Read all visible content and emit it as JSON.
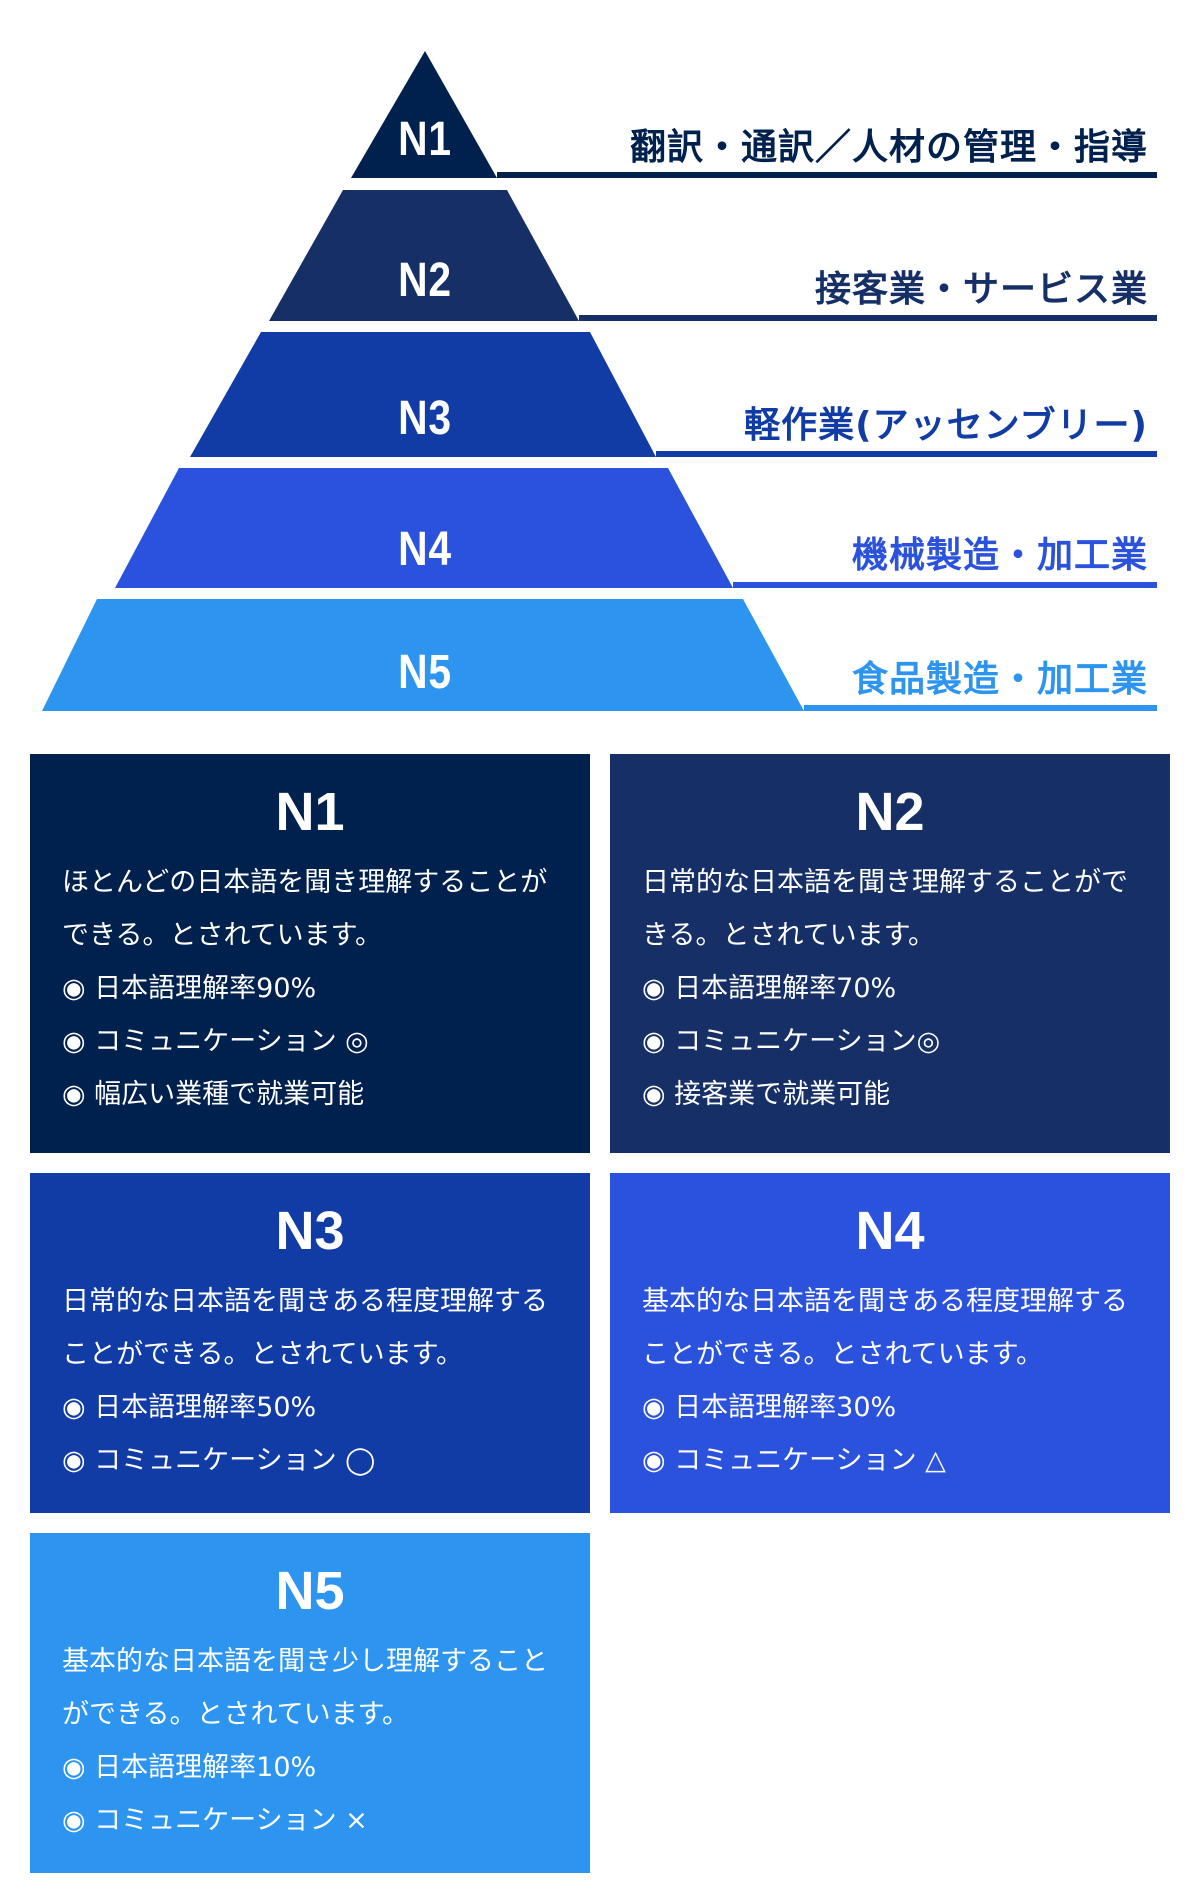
{
  "pyramid": [
    {
      "level": "N1",
      "job": "翻訳・通訳／人材の管理・指導",
      "color": "#00214d"
    },
    {
      "level": "N2",
      "job": "接客業・サービス業",
      "color": "#163067"
    },
    {
      "level": "N3",
      "job": "軽作業(アッセンブリー)",
      "color": "#113ca5"
    },
    {
      "level": "N4",
      "job": "機械製造・加工業",
      "color": "#2b52dc"
    },
    {
      "level": "N5",
      "job": "食品製造・加工業",
      "color": "#2d95f0"
    }
  ],
  "cards": [
    {
      "level": "N1",
      "desc": "ほとんどの日本語を聞き理解することができる。とされています。",
      "points": [
        "◉ 日本語理解率90%",
        "◉ コミュニケーション ◎",
        "◉ 幅広い業種で就業可能"
      ]
    },
    {
      "level": "N2",
      "desc": "日常的な日本語を聞き理解することができる。とされています。",
      "points": [
        "◉ 日本語理解率70%",
        "◉ コミュニケーション◎",
        "◉ 接客業で就業可能"
      ]
    },
    {
      "level": "N3",
      "desc": "日常的な日本語を聞きある程度理解することができる。とされています。",
      "points": [
        "◉ 日本語理解率50%",
        "◉ コミュニケーション ◯"
      ]
    },
    {
      "level": "N4",
      "desc": "基本的な日本語を聞きある程度理解することができる。とされています。",
      "points": [
        "◉ 日本語理解率30%",
        "◉ コミュニケーション △"
      ]
    },
    {
      "level": "N5",
      "desc": "基本的な日本語を聞き少し理解することができる。とされています。",
      "points": [
        "◉ 日本語理解率10%",
        "◉ コミュニケーション ×"
      ]
    }
  ]
}
